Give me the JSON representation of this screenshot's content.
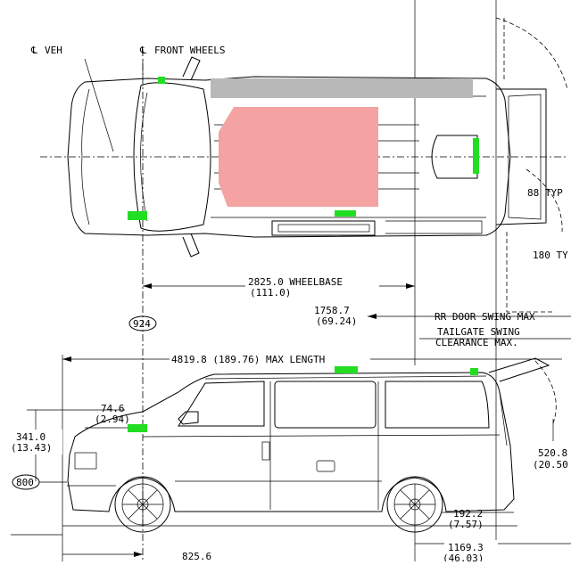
{
  "top_view": {
    "cl_vehicle": "VEH",
    "cl_front_wheels": "FRONT WHEELS",
    "typ_angle_1": "88 TYP",
    "typ_angle_2": "180 TY"
  },
  "dimensions": {
    "wheelbase_mm": "2825.0 WHEELBASE",
    "wheelbase_in": "(111.0)",
    "front_bubble": "924",
    "rr_door_mm": "1758.7",
    "rr_door_in": "(69.24)",
    "rr_door_label": "RR DOOR SWING MAX",
    "tailgate_line1": "TAILGATE SWING",
    "tailgate_line2": "CLEARANCE MAX.",
    "max_length": "4819.8 (189.76) MAX LENGTH",
    "hood_mm": "74.6",
    "hood_in": "(2.94)",
    "height_mm": "341.0",
    "height_in": "(13.43)",
    "side_bubble": "800",
    "rear_mm": "520.8",
    "rear_in": "(20.50",
    "rear_ovh_mm": "192.2",
    "rear_ovh_in": "(7.57)",
    "front_ovh_mm": "825.6",
    "rear_lower_mm": "1169.3",
    "rear_lower_in": "(46.03)"
  },
  "colors": {
    "highlight_green": "#22dd22",
    "roof_rack_gray": "#b8b8b8",
    "sunroof_pink": "#f4a2a2"
  }
}
